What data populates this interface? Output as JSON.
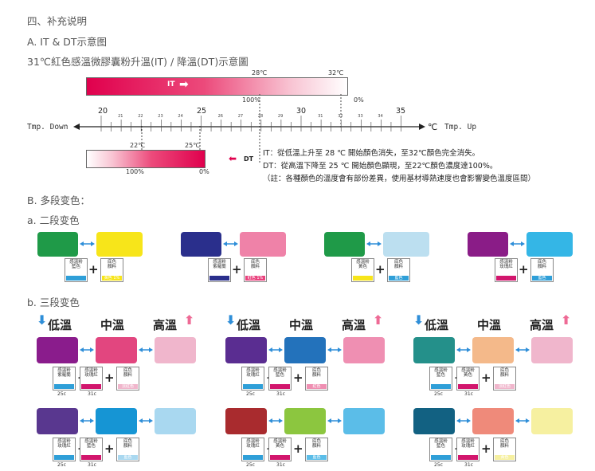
{
  "heading": "四、补充说明",
  "section_a": "A. IT & DT示意图",
  "subtitle": "31℃紅色感溫微膠囊粉升溫(IT) / 降溫(DT)示意圖",
  "diagram": {
    "it_label": "IT",
    "dt_label": "DT",
    "temp_28": "28℃",
    "temp_32": "32℃",
    "temp_22": "22℃",
    "temp_25": "25℃",
    "pct_100_top": "100%",
    "pct_0_top": "0%",
    "pct_100_bot": "100%",
    "pct_0_bot": "0%",
    "tmp_down": "Tmp. Down",
    "tmp_up": "Tmp. Up",
    "celsius": "℃",
    "major_ticks": [
      "20",
      "25",
      "30",
      "35"
    ],
    "minor_ticks": [
      "21",
      "22",
      "23",
      "24",
      "26",
      "27",
      "28",
      "29",
      "31",
      "32",
      "33",
      "34"
    ],
    "note_it": "IT：從低溫上升至 28 ℃ 開始顏色消失，至32℃顏色完全消失。",
    "note_dt": "DT：從高溫下降至 25 ℃ 開始顏色顯現，至22℃顏色濃度達100%。",
    "note_remark": "（註：各種顏色的溫度會有部份差異，使用基材導熱速度也會影響變色溫度區間）"
  },
  "section_b": "B. 多段变色：",
  "section_b_a": "a. 二段变色",
  "section_b_b": "b. 三段变色",
  "stage_low": "低溫",
  "stage_mid": "中溫",
  "stage_high": "高溫",
  "label_pigment": "感溫粉",
  "label_base": "底色",
  "label_base2": "顏料",
  "temp_25c": "25c",
  "temp_31c": "31c",
  "two_stage": [
    {
      "c1": "#1f9a48",
      "c2": "#f7e51a",
      "l1": "藍色",
      "l2": "黃色 1%",
      "b1": "#2f9fd8",
      "b2": "#f7e51a"
    },
    {
      "c1": "#2a2f8c",
      "c2": "#ef82a8",
      "l1": "紫羅蘭",
      "l2": "紅色 1%",
      "b1": "#2a2f8c",
      "b2": "#e9417d"
    },
    {
      "c1": "#1f9a48",
      "c2": "#bcdff0",
      "l1": "黃色",
      "l2": "藍色",
      "b1": "#f7e51a",
      "b2": "#2f9fd8"
    },
    {
      "c1": "#8a1c87",
      "c2": "#34b6e6",
      "l1": "玫瑰紅",
      "l2": "藍色",
      "b1": "#d2166d",
      "b2": "#2f9fd8"
    }
  ],
  "three_stage": [
    {
      "c": [
        "#8a1c8c",
        "#e2467f",
        "#f0b6cc"
      ],
      "l": [
        "紫羅蘭",
        "玫瑰紅",
        "淡紅色"
      ]
    },
    {
      "c": [
        "#5a2d91",
        "#2372bb",
        "#ef8fb2"
      ],
      "l": [
        "玫瑰紅",
        "藍色",
        "紅色"
      ]
    },
    {
      "c": [
        "#24908a",
        "#f4b98a",
        "#f0b6cc"
      ],
      "l": [
        "藍色",
        "黃色",
        "淡紅色"
      ]
    },
    {
      "c": [
        "#59378f",
        "#1695d4",
        "#a9d8f0"
      ],
      "l": [
        "玫瑰紅",
        "藍色",
        "藍色"
      ]
    },
    {
      "c": [
        "#a92b2e",
        "#8cc63f",
        "#5bbde8"
      ],
      "l": [
        "玫瑰紅",
        "黃色",
        "藍色"
      ]
    },
    {
      "c": [
        "#126182",
        "#ef8a7a",
        "#f6f0a0"
      ],
      "l": [
        "藍色",
        "玫瑰紅",
        "黃色"
      ]
    }
  ],
  "colors": {
    "accent": "#e0004d",
    "arrow_blue": "#2e8ed8",
    "arrow_pink": "#ee6a95"
  }
}
